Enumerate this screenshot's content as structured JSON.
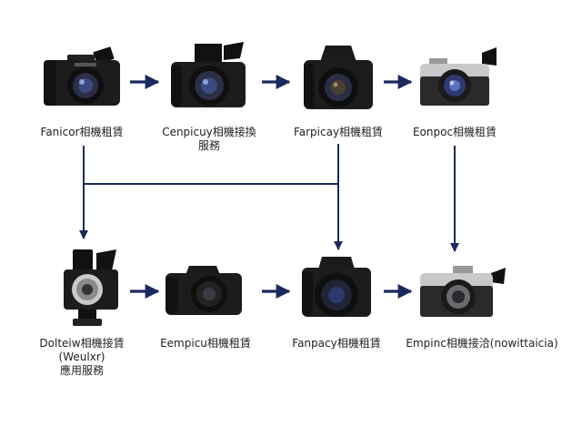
{
  "colors": {
    "connector": "#1b2a5e",
    "camera_body": "#1c1c1e",
    "camera_silver": "#c9c9cb",
    "lens_glass": "#2e3a6e"
  },
  "nodes": [
    {
      "id": "n1",
      "icon": "mirrorless-camera-icon",
      "style": "dark",
      "label": [
        "Fanicor相機租賃"
      ]
    },
    {
      "id": "n2",
      "icon": "dslr-camera-icon",
      "style": "dark",
      "label": [
        "Cenpicuy相機接換",
        "服務"
      ]
    },
    {
      "id": "n3",
      "icon": "dslr-camera-icon",
      "style": "dark",
      "label": [
        "Farpicay相機租賃"
      ]
    },
    {
      "id": "n4",
      "icon": "retro-camera-icon",
      "style": "silver",
      "label": [
        "Eonpoc相機租賃"
      ]
    },
    {
      "id": "n5",
      "icon": "modular-camera-icon",
      "style": "dark",
      "label": [
        "Dolteiw相機接賃",
        "(Weulxr)",
        "應用服務"
      ]
    },
    {
      "id": "n6",
      "icon": "dslr-camera-icon",
      "style": "dark",
      "label": [
        "Eempicu相機租賃"
      ]
    },
    {
      "id": "n7",
      "icon": "dslr-camera-icon",
      "style": "dark",
      "label": [
        "Fanpacy相機租賃"
      ]
    },
    {
      "id": "n8",
      "icon": "retro-camera-icon",
      "style": "silver",
      "label": [
        "Empinc相機接洽(nowittaicia)"
      ]
    }
  ],
  "edges": [
    {
      "from": "n1",
      "to": "n2"
    },
    {
      "from": "n2",
      "to": "n3"
    },
    {
      "from": "n3",
      "to": "n4"
    },
    {
      "from": "n5",
      "to": "n6"
    },
    {
      "from": "n6",
      "to": "n7"
    },
    {
      "from": "n7",
      "to": "n8"
    },
    {
      "from": "n1",
      "to": "n5"
    },
    {
      "from": "n1",
      "to": "n7"
    },
    {
      "from": "n3",
      "to": "n7"
    },
    {
      "from": "n4",
      "to": "n8"
    }
  ]
}
